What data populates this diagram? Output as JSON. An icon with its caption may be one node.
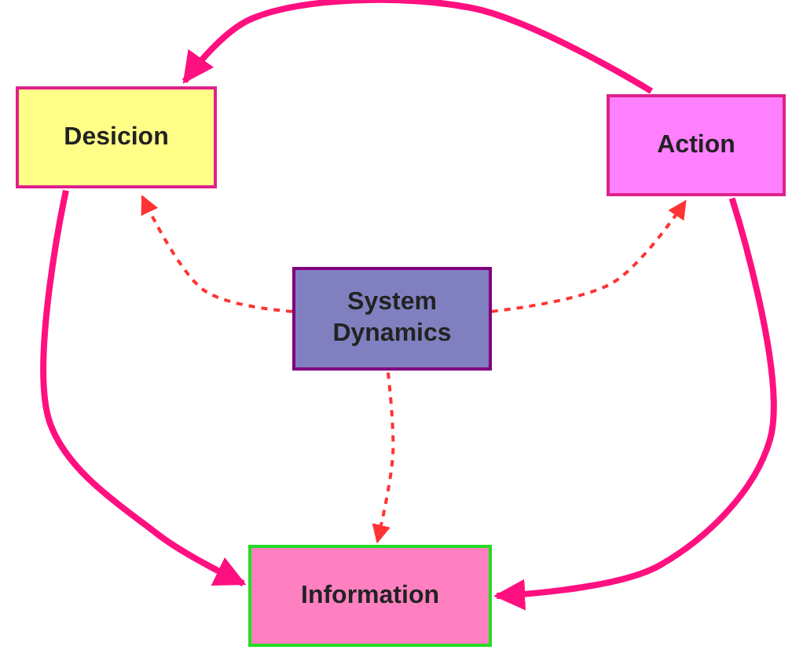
{
  "diagram": {
    "nodes": [
      {
        "text": [
          "Desicion"
        ]
      },
      {
        "text": [
          "Action"
        ]
      },
      {
        "text": [
          "System Dynamics"
        ]
      },
      {
        "text": [
          "Information"
        ]
      }
    ],
    "edges": [
      {
        "from": 1,
        "to": 0,
        "arrow": "to",
        "style": "thick"
      },
      {
        "from": 0,
        "to": 3,
        "arrow": "to",
        "style": "thick"
      },
      {
        "from": 1,
        "to": 3,
        "arrow": "to",
        "style": "thick"
      },
      {
        "from": 2,
        "to": 0,
        "arrow": "to",
        "style": "dashed",
        "color": "#ff3333"
      },
      {
        "from": 2,
        "to": 1,
        "arrow": "to",
        "style": "dashed",
        "color": "#ff3333"
      },
      {
        "from": 2,
        "to": 3,
        "arrow": "to",
        "style": "dashed",
        "color": "#ff3333"
      }
    ]
  }
}
